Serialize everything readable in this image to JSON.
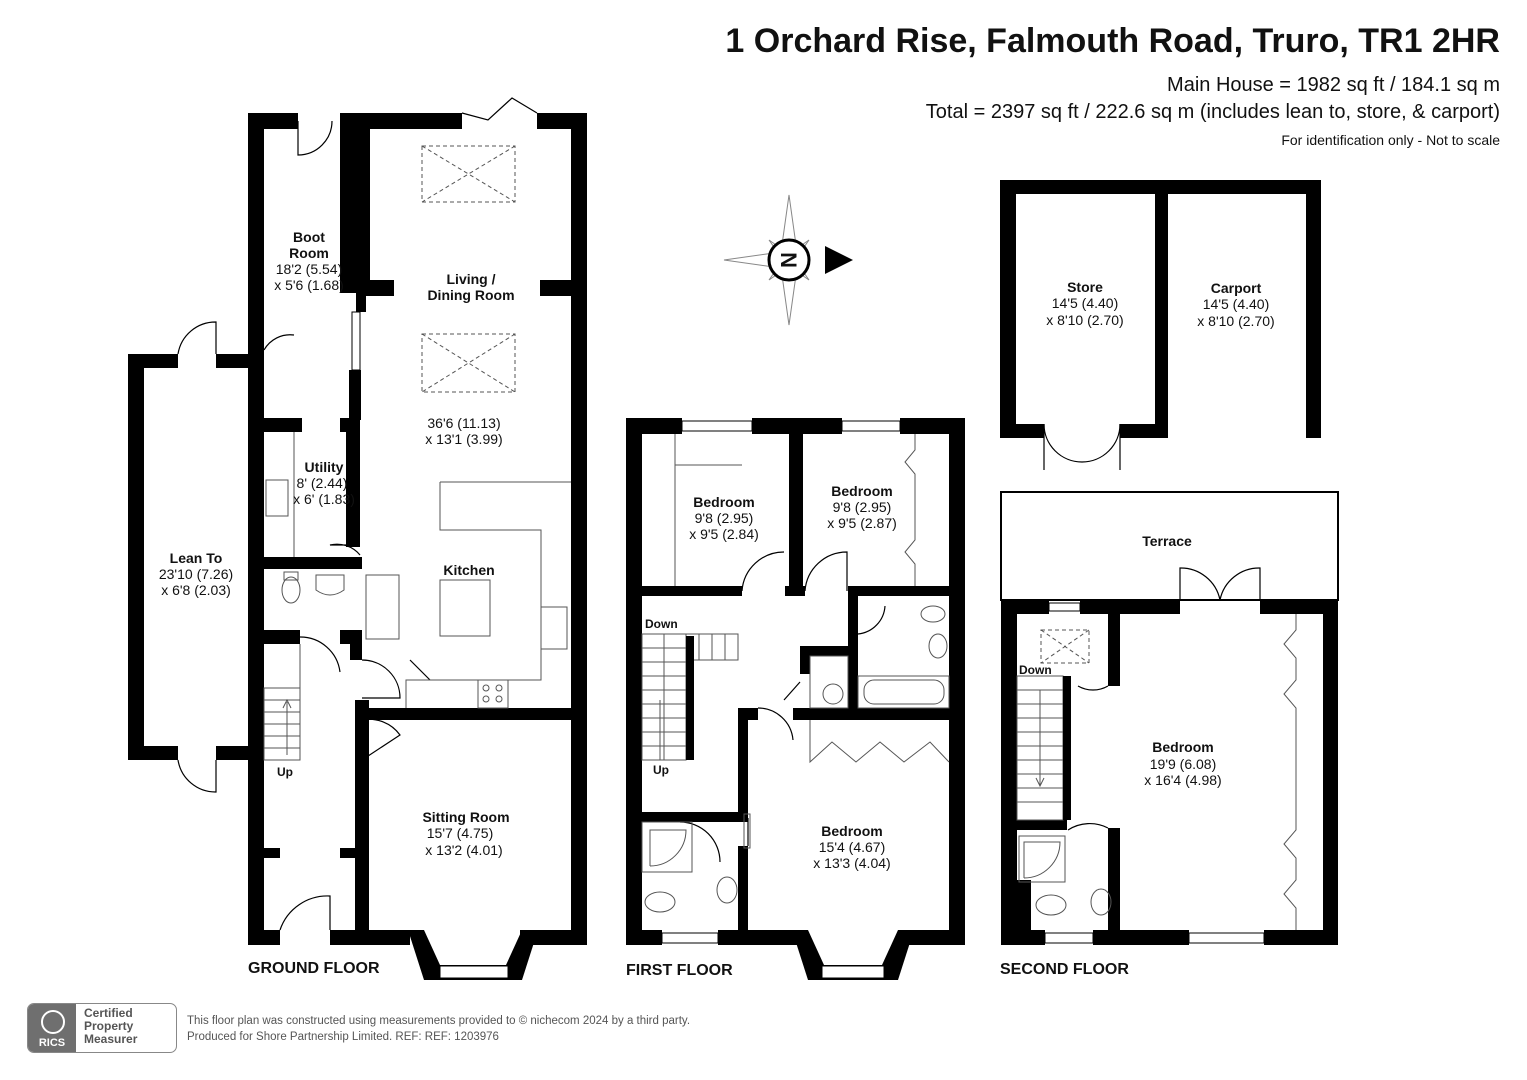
{
  "header": {
    "title": "1 Orchard Rise, Falmouth Road, Truro, TR1 2HR",
    "main_house": "Main House = 1982 sq ft / 184.1 sq m",
    "total": "Total = 2397 sq ft / 222.6 sq m (includes lean to, store, & carport)",
    "note": "For identification only - Not to scale"
  },
  "compass": {
    "label": "N"
  },
  "floors": {
    "ground": {
      "label": "GROUND FLOOR",
      "stairs": "Up",
      "rooms": {
        "boot_room": {
          "name1": "Boot",
          "name2": "Room",
          "dim1": "18'2 (5.54)",
          "dim2": "x 5'6 (1.68)"
        },
        "living": {
          "name1": "Living /",
          "name2": "Dining Room",
          "dim1": "36'6 (11.13)",
          "dim2": "x 13'1 (3.99)"
        },
        "utility": {
          "name": "Utility",
          "dim1": "8' (2.44)",
          "dim2": "x 6' (1.83)"
        },
        "kitchen": {
          "name": "Kitchen"
        },
        "lean_to": {
          "name": "Lean To",
          "dim1": "23'10 (7.26)",
          "dim2": "x 6'8 (2.03)"
        },
        "sitting": {
          "name": "Sitting Room",
          "dim1": "15'7 (4.75)",
          "dim2": "x 13'2 (4.01)"
        }
      }
    },
    "first": {
      "label": "FIRST FLOOR",
      "stairs_down": "Down",
      "stairs_up": "Up",
      "rooms": {
        "bed_a": {
          "name": "Bedroom",
          "dim1": "9'8 (2.95)",
          "dim2": "x 9'5 (2.84)"
        },
        "bed_b": {
          "name": "Bedroom",
          "dim1": "9'8 (2.95)",
          "dim2": "x 9'5 (2.87)"
        },
        "bed_c": {
          "name": "Bedroom",
          "dim1": "15'4 (4.67)",
          "dim2": "x 13'3 (4.04)"
        }
      }
    },
    "second": {
      "label": "SECOND FLOOR",
      "stairs_down": "Down",
      "rooms": {
        "store": {
          "name": "Store",
          "dim1": "14'5 (4.40)",
          "dim2": "x 8'10 (2.70)"
        },
        "carport": {
          "name": "Carport",
          "dim1": "14'5 (4.40)",
          "dim2": "x 8'10 (2.70)"
        },
        "terrace": {
          "name": "Terrace"
        },
        "bedroom": {
          "name": "Bedroom",
          "dim1": "19'9 (6.08)",
          "dim2": "x 16'4 (4.98)"
        }
      }
    }
  },
  "footer": {
    "badge_logo": "RICS",
    "badge_line1": "Certified",
    "badge_line2": "Property",
    "badge_line3": "Measurer",
    "disclaimer_line1": "This floor plan was constructed using measurements provided to © nichecom 2024 by a third party.",
    "disclaimer_line2": "Produced for Shore Partnership Limited.   REF:    REF: 1203976"
  },
  "colors": {
    "wall": "#000000",
    "fixture": "#555555",
    "logo_bg": "#6f6f6f"
  }
}
